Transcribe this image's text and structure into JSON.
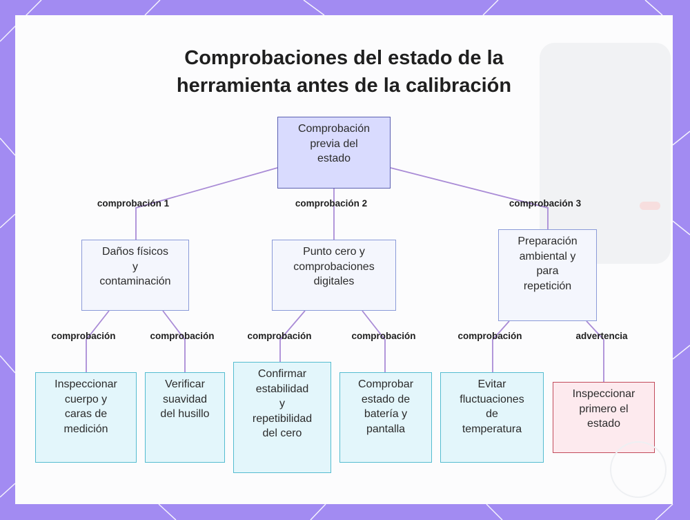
{
  "title": {
    "line1": "Comprobaciones del estado de la",
    "line2": "herramienta antes de la calibración"
  },
  "root": {
    "lines": [
      "Comprobación",
      "previa del",
      "estado"
    ]
  },
  "branches": [
    {
      "label": "comprobación 1",
      "lines": [
        "Daños físicos",
        "y",
        "contaminación"
      ]
    },
    {
      "label": "comprobación 2",
      "lines": [
        "Punto cero y",
        "comprobaciones",
        "digitales"
      ]
    },
    {
      "label": "comprobación 3",
      "lines": [
        "Preparación",
        "ambiental y",
        "para",
        "repetición"
      ]
    }
  ],
  "leaves": [
    {
      "label": "comprobación",
      "lines": [
        "Inspeccionar",
        "cuerpo y",
        "caras de",
        "medición"
      ]
    },
    {
      "label": "comprobación",
      "lines": [
        "Verificar",
        "suavidad",
        "del husillo"
      ]
    },
    {
      "label": "comprobación",
      "lines": [
        "Confirmar",
        "estabilidad",
        "y",
        "repetibilidad",
        "del cero"
      ]
    },
    {
      "label": "comprobación",
      "lines": [
        "Comprobar",
        "estado de",
        "batería y",
        "pantalla"
      ]
    },
    {
      "label": "comprobación",
      "lines": [
        "Evitar",
        "fluctuaciones",
        "de",
        "temperatura"
      ]
    },
    {
      "label": "advertencia",
      "lines": [
        "Inspeccionar",
        "primero el",
        "estado"
      ]
    }
  ],
  "colors": {
    "frame": "#a28bf2",
    "edge": "#a98bd6",
    "root_fill": "#d9dbfe",
    "leaf_fill": "#e3f6fb",
    "warning_fill": "#fdeaee",
    "warning_border": "#c24a5a"
  }
}
